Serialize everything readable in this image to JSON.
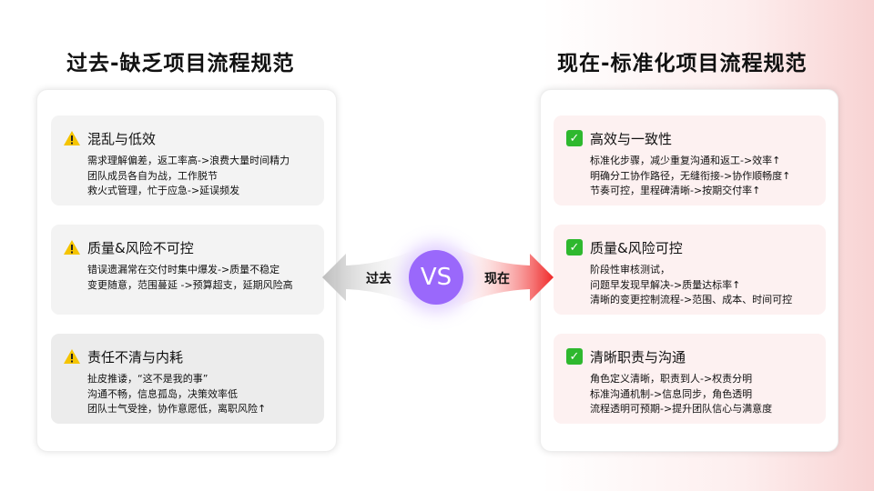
{
  "left": {
    "title": "过去-缺乏项目流程规范",
    "cards": [
      {
        "title": "混乱与低效",
        "lines": [
          "需求理解偏差，返工率高->浪费大量时间精力",
          "团队成员各自为战，工作脱节",
          "救火式管理，忙于应急->延误频发"
        ]
      },
      {
        "title": "质量&风险不可控",
        "lines": [
          "错误遗漏常在交付时集中爆发->质量不稳定",
          "变更随意，范围蔓延 ->预算超支，延期风险高"
        ]
      },
      {
        "title": "责任不清与内耗",
        "lines": [
          "扯皮推诿，“这不是我的事”",
          "沟通不畅，信息孤岛，决策效率低",
          "团队士气受挫，协作意愿低，离职风险↑"
        ]
      }
    ],
    "icon": "warning-icon"
  },
  "right": {
    "title": "现在-标准化项目流程规范",
    "cards": [
      {
        "title": "高效与一致性",
        "lines": [
          "标准化步骤，减少重复沟通和返工->效率↑",
          "明确分工协作路径，无缝衔接->协作顺畅度↑",
          "节奏可控，里程碑清晰->按期交付率↑"
        ]
      },
      {
        "title": "质量&风险可控",
        "lines": [
          "阶段性审核测试，",
          "问题早发现早解决->质量达标率↑",
          "清晰的变更控制流程->范围、成本、时间可控"
        ]
      },
      {
        "title": "清晰职责与沟通",
        "lines": [
          "角色定义清晰，职责到人->权责分明",
          "标准沟通机制->信息同步，角色透明",
          "流程透明可预期->提升团队信心与满意度"
        ]
      }
    ],
    "icon": "check-icon"
  },
  "center": {
    "vs": "VS",
    "past": "过去",
    "now": "现在"
  },
  "colors": {
    "vs": "#9a68fb",
    "warning": "#f5c400",
    "check": "#2eb82e",
    "arrow_right": "#f03030",
    "arrow_left": "#c8c8c8"
  }
}
